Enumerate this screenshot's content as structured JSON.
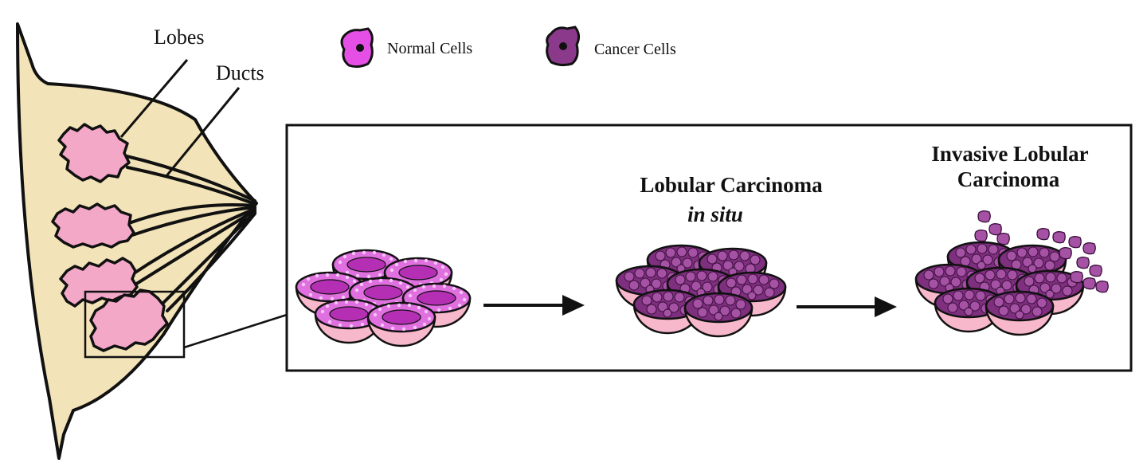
{
  "anatomy": {
    "lobes_label": "Lobes",
    "ducts_label": "Ducts"
  },
  "legend": {
    "normal_label": "Normal Cells",
    "cancer_label": "Cancer Cells"
  },
  "stages": {
    "lcis_line1": "Lobular Carcinoma",
    "lcis_line2": "in situ",
    "ilc_line1": "Invasive Lobular",
    "ilc_line2": "Carcinoma"
  },
  "colors": {
    "breast_tissue": "#f2e3b8",
    "lobe_pink": "#f4a8c8",
    "normal_cell": "#e64fe6",
    "cancer_cell": "#8b3a8b",
    "cell_base": "#f7b8cc"
  }
}
